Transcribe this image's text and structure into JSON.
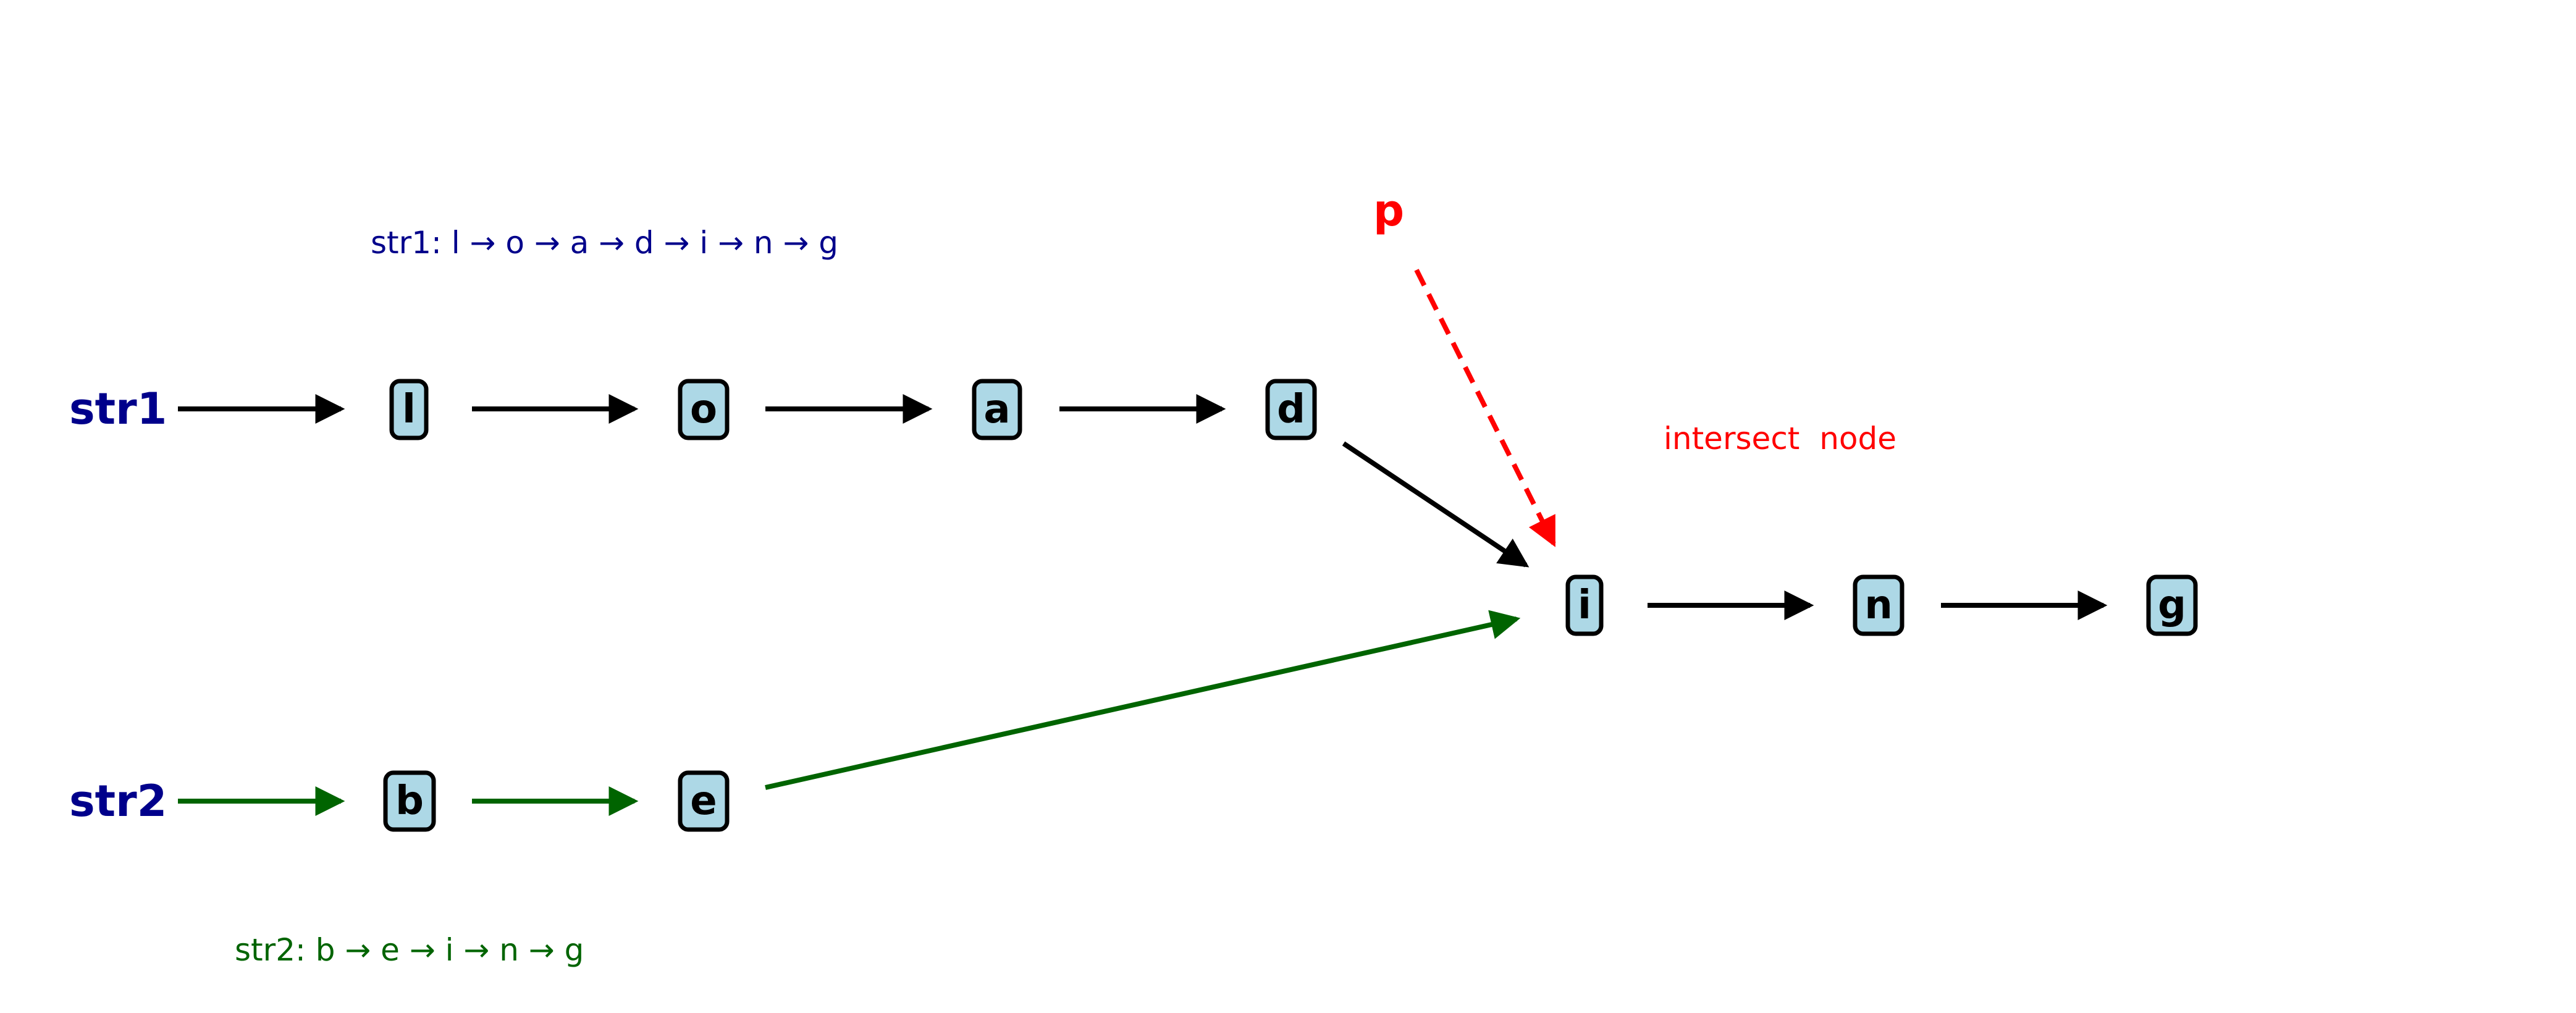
{
  "labels": {
    "str1": "str1",
    "str2": "str2",
    "pointer": "p",
    "intersect": "intersect  node"
  },
  "captions": {
    "str1": "str1: l → o → a → d → i → n → g",
    "str2": "str2: b → e → i → n → g"
  },
  "nodes": {
    "l": "l",
    "o": "o",
    "a": "a",
    "d": "d",
    "b": "b",
    "e": "e",
    "i": "i",
    "n": "n",
    "g": "g"
  },
  "colors": {
    "node_fill": "#add8e6",
    "str1_edges": "#000000",
    "str2_edges": "#006400",
    "pointer": "#ff0000",
    "label_blue": "#00008b"
  }
}
